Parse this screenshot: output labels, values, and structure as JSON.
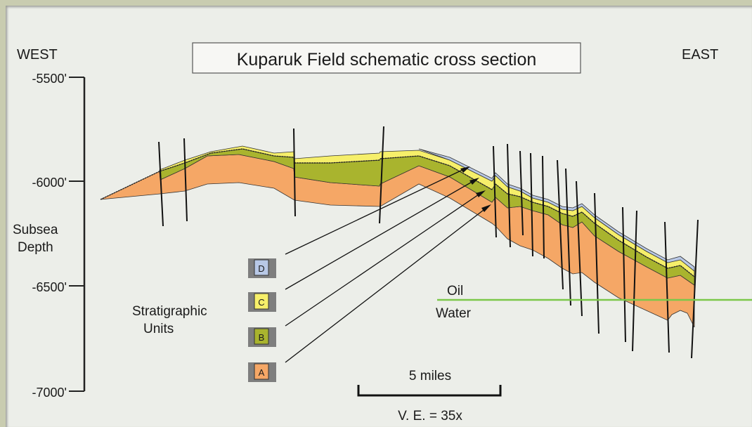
{
  "title": "Kuparuk Field schematic cross section",
  "directions": {
    "west": "WEST",
    "east": "EAST"
  },
  "depth_axis": {
    "label_line1": "Subsea",
    "label_line2": "Depth",
    "ticks": [
      "-5500'",
      "-6000'",
      "-6500'",
      "-7000'"
    ]
  },
  "legend": {
    "title_line1": "Stratigraphic",
    "title_line2": "Units",
    "units": [
      {
        "label": "D",
        "color": "#b8c8e6"
      },
      {
        "label": "C",
        "color": "#f6ef6a"
      },
      {
        "label": "B",
        "color": "#a9b42e"
      },
      {
        "label": "A",
        "color": "#f5a766"
      }
    ]
  },
  "contact": {
    "oil": "Oil",
    "water": "Water",
    "color": "#7cc84a"
  },
  "scale_bar": {
    "label": "5 miles",
    "vertical_exaggeration": "V. E. = 35x"
  }
}
